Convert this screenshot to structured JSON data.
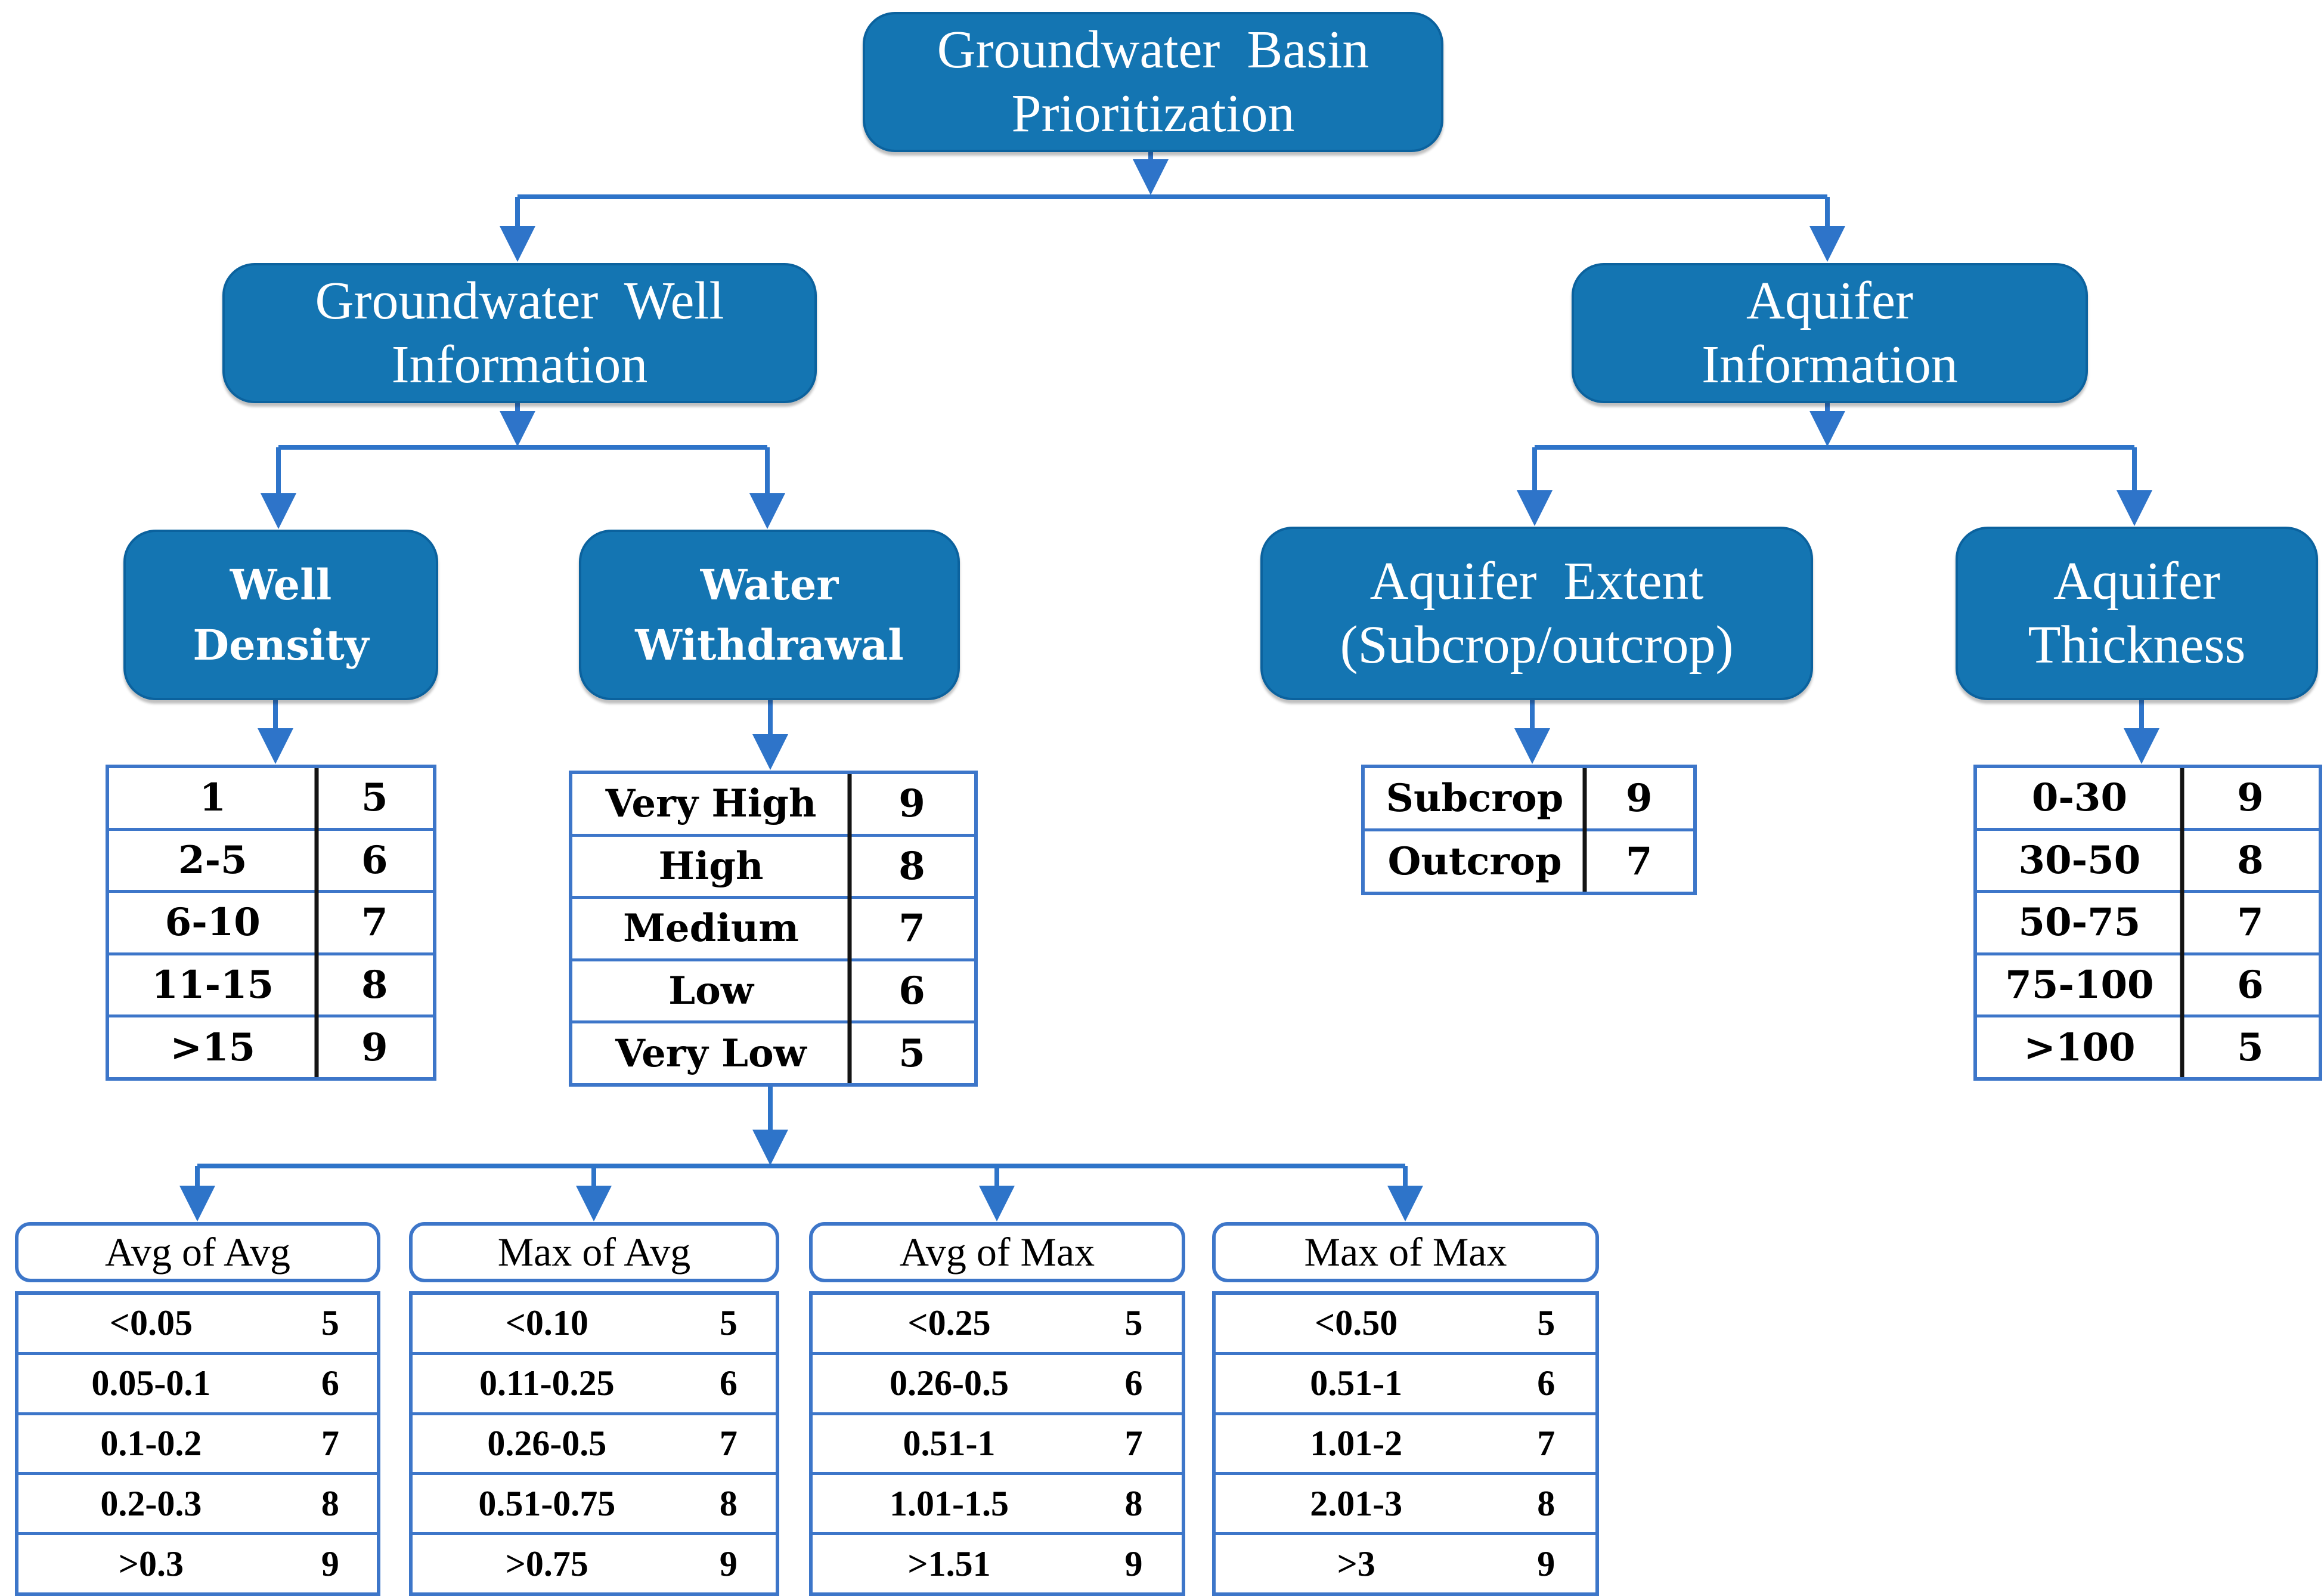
{
  "colors": {
    "boxfill": "#1475b2",
    "boxborder": "#0b629e",
    "line": "#2e74c9",
    "tblborder": "#3d76c9",
    "divider": "#141414",
    "boxtext": "#ffffff",
    "celltext": "#000000"
  },
  "nodes": {
    "root": {
      "lines": [
        "Groundwater  Basin",
        "Prioritization"
      ]
    },
    "gw_well": {
      "lines": [
        "Groundwater  Well",
        "Information"
      ]
    },
    "aquifer_info": {
      "lines": [
        "Aquifer",
        "Information"
      ]
    },
    "well_density": {
      "lines": [
        "Well",
        "Density"
      ]
    },
    "water_withdrawal": {
      "lines": [
        "Water",
        "Withdrawal"
      ]
    },
    "aquifer_extent": {
      "lines": [
        "Aquifer  Extent",
        "(Subcrop/outcrop)"
      ]
    },
    "aquifer_thickness": {
      "lines": [
        "Aquifer",
        "Thickness"
      ]
    }
  },
  "tables": {
    "well_density": {
      "rows": [
        [
          "1",
          "5"
        ],
        [
          "2-5",
          "6"
        ],
        [
          "6-10",
          "7"
        ],
        [
          "11-15",
          "8"
        ],
        [
          ">15",
          "9"
        ]
      ]
    },
    "water_withdrawal": {
      "rows": [
        [
          "Very High",
          "9"
        ],
        [
          "High",
          "8"
        ],
        [
          "Medium",
          "7"
        ],
        [
          "Low",
          "6"
        ],
        [
          "Very Low",
          "5"
        ]
      ]
    },
    "aquifer_extent": {
      "rows": [
        [
          "Subcrop",
          "9"
        ],
        [
          "Outcrop",
          "7"
        ]
      ]
    },
    "aquifer_thickness": {
      "rows": [
        [
          "0-30",
          "9"
        ],
        [
          "30-50",
          "8"
        ],
        [
          "50-75",
          "7"
        ],
        [
          "75-100",
          "6"
        ],
        [
          ">100",
          "5"
        ]
      ]
    },
    "avg_of_avg": {
      "header": "Avg of Avg",
      "rows": [
        [
          "<0.05",
          "5"
        ],
        [
          "0.05-0.1",
          "6"
        ],
        [
          "0.1-0.2",
          "7"
        ],
        [
          "0.2-0.3",
          "8"
        ],
        [
          ">0.3",
          "9"
        ]
      ]
    },
    "max_of_avg": {
      "header": "Max of Avg",
      "rows": [
        [
          "<0.10",
          "5"
        ],
        [
          "0.11-0.25",
          "6"
        ],
        [
          "0.26-0.5",
          "7"
        ],
        [
          "0.51-0.75",
          "8"
        ],
        [
          ">0.75",
          "9"
        ]
      ]
    },
    "avg_of_max": {
      "header": "Avg of Max",
      "rows": [
        [
          "<0.25",
          "5"
        ],
        [
          "0.26-0.5",
          "6"
        ],
        [
          "0.51-1",
          "7"
        ],
        [
          "1.01-1.5",
          "8"
        ],
        [
          ">1.51",
          "9"
        ]
      ]
    },
    "max_of_max": {
      "header": "Max of Max",
      "rows": [
        [
          "<0.50",
          "5"
        ],
        [
          "0.51-1",
          "6"
        ],
        [
          "1.01-2",
          "7"
        ],
        [
          "2.01-3",
          "8"
        ],
        [
          ">3",
          "9"
        ]
      ]
    }
  }
}
